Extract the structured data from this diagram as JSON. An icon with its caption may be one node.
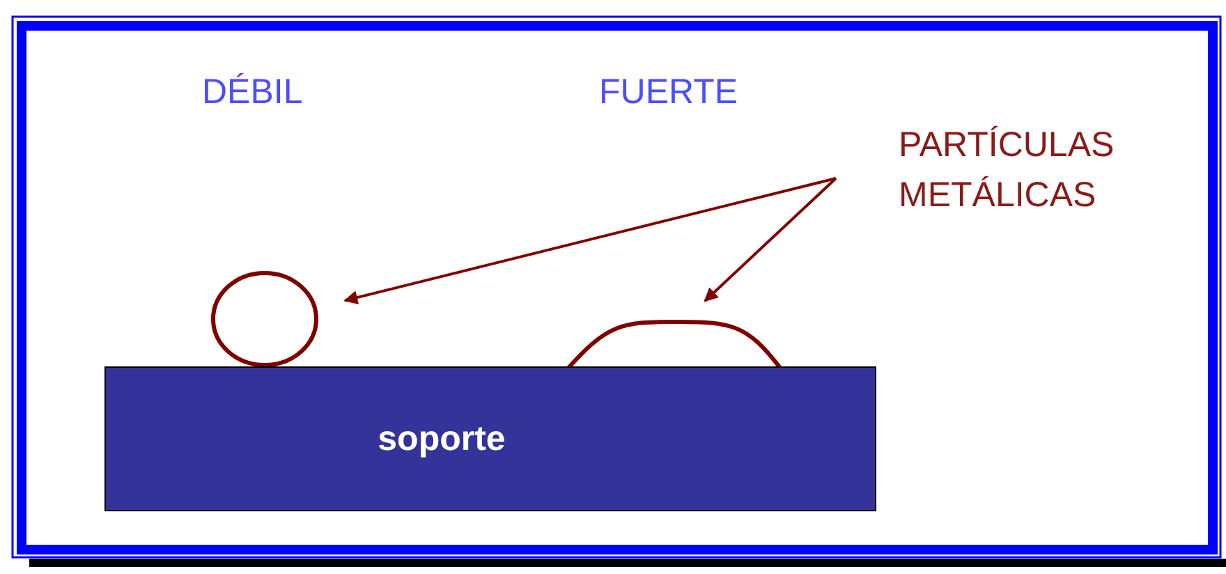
{
  "diagram": {
    "nodes": [
      {
        "text": [
          "PARTÍCULAS METÁLICAS"
        ]
      },
      {
        "text": [],
        "shape": "circle"
      },
      {
        "text": [],
        "shape": "dome"
      },
      {
        "text": [
          "soporte"
        ]
      }
    ],
    "edges": [
      {
        "from": 0,
        "to": 1,
        "arrow": "to"
      },
      {
        "from": 0,
        "to": 2,
        "arrow": "to"
      }
    ],
    "labels": [
      "DÉBIL",
      "FUERTE"
    ]
  }
}
